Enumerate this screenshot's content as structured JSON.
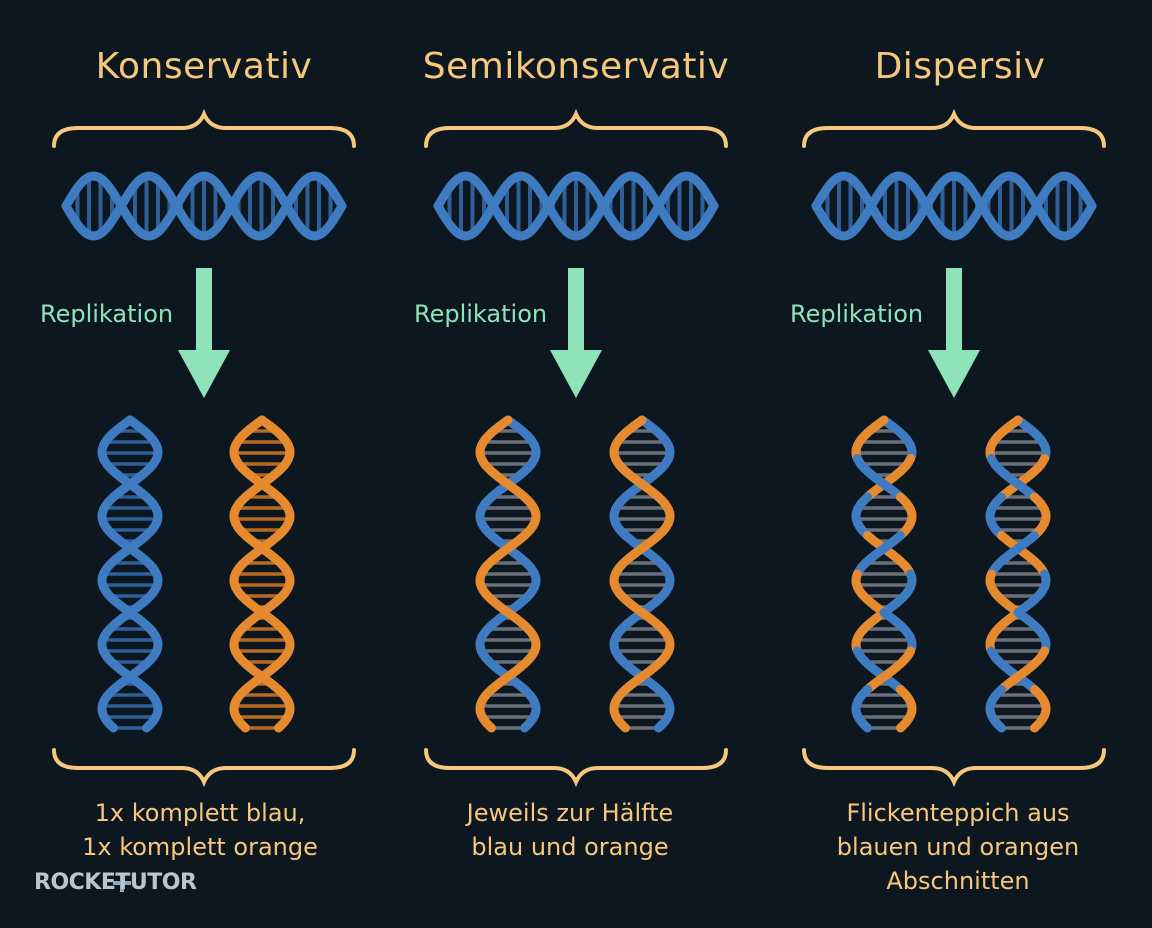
{
  "colors": {
    "background": "#0c1720",
    "title": "#f7c77b",
    "arrow": "#8fe3b8",
    "blue": "#3f7bc0",
    "orange": "#e58a2e"
  },
  "columns": [
    {
      "title": "Konservativ",
      "replication_label": "Replikation",
      "caption_lines": [
        "1x komplett blau,",
        "1x komplett orange"
      ],
      "result_helices": [
        "blue",
        "orange"
      ]
    },
    {
      "title": "Semikonservativ",
      "replication_label": "Replikation",
      "caption_lines": [
        "Jeweils zur Hälfte",
        "blau und orange"
      ],
      "result_helices": [
        "half",
        "half"
      ]
    },
    {
      "title": "Dispersiv",
      "replication_label": "Replikation",
      "caption_lines": [
        "Flickenteppich aus",
        "blauen und orangen",
        "Abschnitten"
      ],
      "result_helices": [
        "patch",
        "patch"
      ]
    }
  ],
  "brand": {
    "logo_text": "ROCKETUTOR",
    "logo_icon": "rocket-cross-icon"
  }
}
